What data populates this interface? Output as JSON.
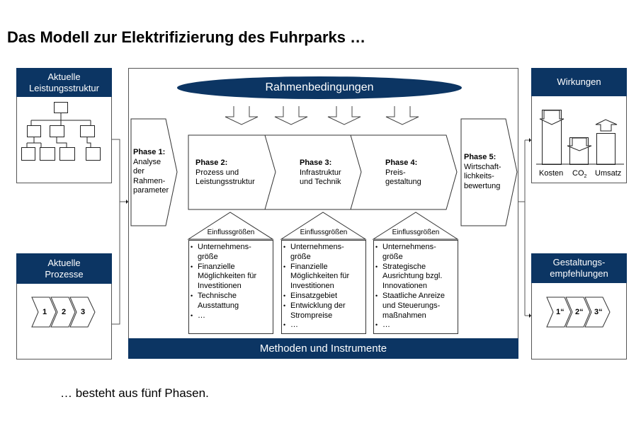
{
  "title": "Das Modell zur Elektrifizierung des Fuhrparks …",
  "footer": "… besteht aus fünf Phasen.",
  "colors": {
    "navy": "#0c3563",
    "line": "#555555"
  },
  "left": {
    "structure_header_1": "Aktuelle",
    "structure_header_2": "Leistungsstruktur",
    "processes_header_1": "Aktuelle",
    "processes_header_2": "Prozesse",
    "process_steps": [
      "1",
      "2",
      "3"
    ]
  },
  "center": {
    "conditions": "Rahmenbedingungen",
    "methods": "Methoden und Instrumente",
    "phases": [
      {
        "title": "Phase 1:",
        "lines": [
          "Analyse",
          "der",
          "Rahmen-",
          "parameter"
        ]
      },
      {
        "title": "Phase 2:",
        "lines": [
          "Prozess und",
          "Leistungsstruktur"
        ]
      },
      {
        "title": "Phase 3:",
        "lines": [
          "Infrastruktur",
          "und Technik"
        ]
      },
      {
        "title": "Phase 4:",
        "lines": [
          "Preis-",
          "gestaltung"
        ]
      },
      {
        "title": "Phase 5:",
        "lines": [
          "Wirtschaft-",
          "lichkeits-",
          "bewertung"
        ]
      }
    ],
    "factors": [
      {
        "label": "Einflussgrößen",
        "items": [
          "Unternehmens-\ngröße",
          "Finanzielle\nMöglichkeiten für\nInvestitionen",
          "Technische\nAusstattung",
          "…"
        ]
      },
      {
        "label": "Einflussgrößen",
        "items": [
          "Unternehmens-\ngröße",
          "Finanzielle\nMöglichkeiten für\nInvestitionen",
          "Einsatzgebiet",
          "Entwicklung der\nStrompreise",
          "…"
        ]
      },
      {
        "label": "Einflussgrößen",
        "items": [
          "Unternehmens-\ngröße",
          "Strategische\nAusrichtung bzgl.\nInnovationen",
          "Staatliche Anreize\nund Steuerungs-\nmaßnahmen",
          "…"
        ]
      }
    ]
  },
  "right": {
    "effects_header": "Wirkungen",
    "effects": [
      {
        "label": "Kosten",
        "direction": "down"
      },
      {
        "label": "CO",
        "sub": "2",
        "direction": "down"
      },
      {
        "label": "Umsatz",
        "direction": "up"
      }
    ],
    "recommend_header_1": "Gestaltungs-",
    "recommend_header_2": "empfehlungen",
    "recommend_steps": [
      "1“",
      "2“",
      "3“"
    ]
  }
}
